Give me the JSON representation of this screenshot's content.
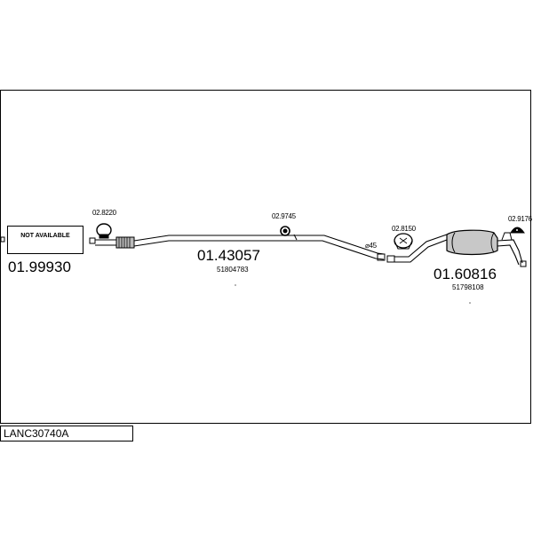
{
  "diagram": {
    "title": "LANC30740A",
    "parts": [
      {
        "ref": "01.99930",
        "status": "NOT AVAILABLE"
      },
      {
        "ref": "01.43057",
        "oem": "51804783"
      },
      {
        "ref": "01.60816",
        "oem": "51798108"
      }
    ],
    "fittings": [
      "02.8220",
      "02.9745",
      "02.8150",
      "02.9176"
    ],
    "diameter_label": "⌀45"
  }
}
